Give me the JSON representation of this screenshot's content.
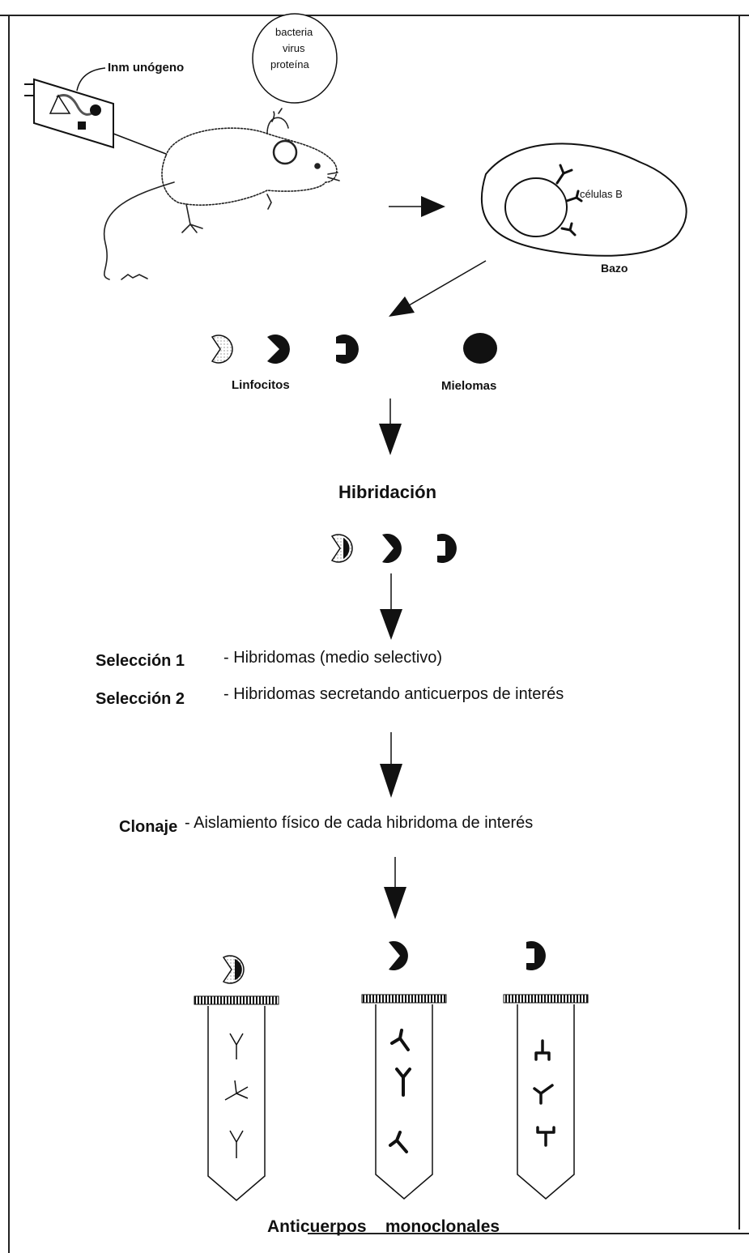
{
  "labels": {
    "inmunogeno": "Inm unógeno",
    "antigen_line1": "bacteria",
    "antigen_line2": "virus",
    "antigen_line3": "proteína",
    "celulas_b": "células B",
    "bazo": "Bazo",
    "linfocitos": "Linfocitos",
    "mielomas": "Mielomas",
    "hibridacion": "Hibridación",
    "seleccion1_title": "Selección 1",
    "seleccion1_text": "-  Hibridomas (medio selectivo)",
    "seleccion2_title": "Selección 2",
    "seleccion2_text": "-  Hibridomas secretando anticuerpos de interés",
    "clonaje_title": "Clonaje",
    "clonaje_text": "-  Aislamiento físico de cada hibridoma de interés",
    "anticuerpos": "Anticuerpos    monoclonales"
  }
}
